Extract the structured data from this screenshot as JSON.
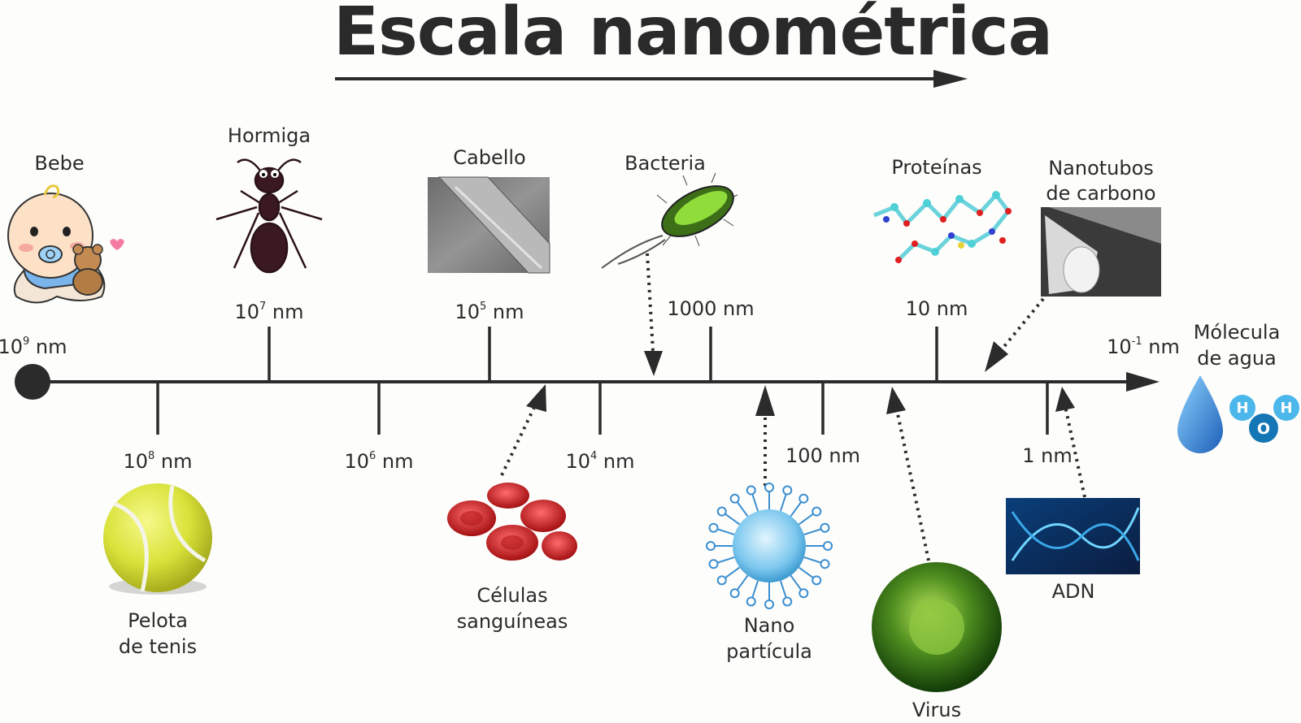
{
  "title": "Escala nanométrica",
  "scale": [
    {
      "mant": "10",
      "exp": "9",
      "unit": " nm"
    },
    {
      "mant": "10",
      "exp": "8",
      "unit": " nm"
    },
    {
      "mant": "10",
      "exp": "7",
      "unit": " nm"
    },
    {
      "mant": "10",
      "exp": "6",
      "unit": " nm"
    },
    {
      "mant": "10",
      "exp": "5",
      "unit": " nm"
    },
    {
      "mant": "10",
      "exp": "4",
      "unit": " nm"
    },
    {
      "mant": "1000 nm",
      "exp": "",
      "unit": ""
    },
    {
      "mant": "100 nm",
      "exp": "",
      "unit": ""
    },
    {
      "mant": "10 nm",
      "exp": "",
      "unit": ""
    },
    {
      "mant": "1 nm",
      "exp": "",
      "unit": ""
    },
    {
      "mant": "10",
      "exp": "-1",
      "unit": " nm"
    }
  ],
  "objects": {
    "bebe": "Bebe",
    "hormiga": "Hormiga",
    "cabello": "Cabello",
    "bacteria": "Bacteria",
    "proteinas": "Proteínas",
    "nanotubos_1": "Nanotubos",
    "nanotubos_2": "de carbono",
    "molecula_1": "Mólecula",
    "molecula_2": "de agua",
    "pelota_1": "Pelota",
    "pelota_2": "de tenis",
    "celulas_1": "Células",
    "celulas_2": "sanguíneas",
    "nano_1": "Nano",
    "nano_2": "partícula",
    "virus": "Virus",
    "adn": "ADN"
  },
  "water_atoms": {
    "h1": "H",
    "o": "O",
    "h2": "H"
  }
}
